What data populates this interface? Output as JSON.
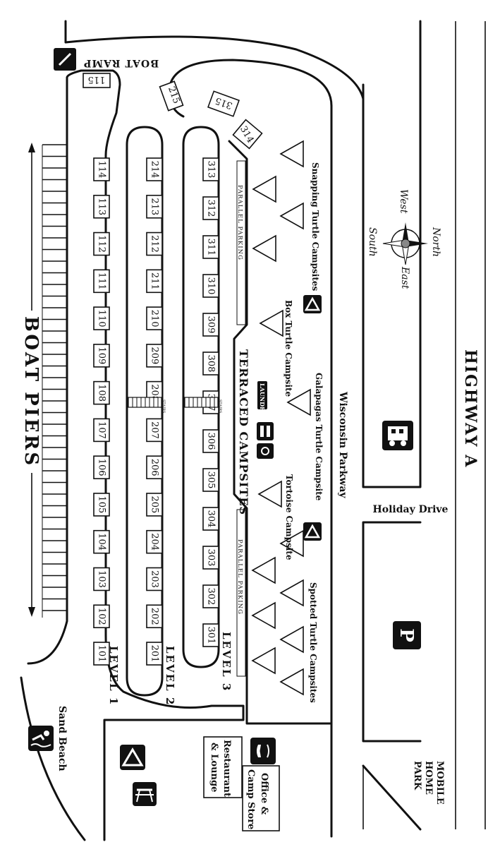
{
  "roads": {
    "highway": "HIGHWAY A",
    "parkway": "Wisconsin Parkway",
    "holiday_drive": "Holiday Drive"
  },
  "boat_ramp": "BOAT RAMP",
  "boat_piers": "BOAT PIERS",
  "terraced": "TERRACED CAMPSITES",
  "parallel_parking_1": "PARALLEL PARKING",
  "parallel_parking_2": "PARALLEL PARKING",
  "levels": {
    "l1": "LEVEL 1",
    "l2": "LEVEL 2",
    "l3": "LEVEL 3"
  },
  "stairs": {
    "a": "STAIRS",
    "b": "STAIRS"
  },
  "laundry": "LAUNDRY",
  "compass": {
    "north": "North",
    "south": "South",
    "east": "East",
    "west": "West"
  },
  "campsites": {
    "snapping": "Snapping Turtle Campsites",
    "box": "Box Turtle Campsite",
    "galapagos": "Galapagas Turtle Campsite",
    "tortoise": "Tortoise Campsite",
    "spotted": "Spotted Turtle Campsites"
  },
  "places": {
    "sand_beach": "Sand Beach",
    "restaurant_l1": "Restaurant",
    "restaurant_l2": "& Lounge",
    "office_l1": "Office &",
    "office_l2": "Camp Store",
    "mobile_l1": "MOBILE",
    "mobile_l2": "HOME",
    "mobile_l3": "PARK"
  },
  "icons": {
    "parking": "P"
  },
  "sites": {
    "level1": [
      "101",
      "102",
      "103",
      "104",
      "105",
      "106",
      "107",
      "108",
      "109",
      "110",
      "111",
      "112",
      "113",
      "114"
    ],
    "level2": [
      "201",
      "202",
      "203",
      "204",
      "205",
      "206",
      "207",
      "208",
      "209",
      "210",
      "211",
      "212",
      "213",
      "214"
    ],
    "level3": [
      "301",
      "302",
      "303",
      "304",
      "305",
      "306",
      "307",
      "308",
      "309",
      "310",
      "311",
      "312",
      "313"
    ],
    "extra": [
      "115",
      "215",
      "315",
      "314"
    ]
  }
}
